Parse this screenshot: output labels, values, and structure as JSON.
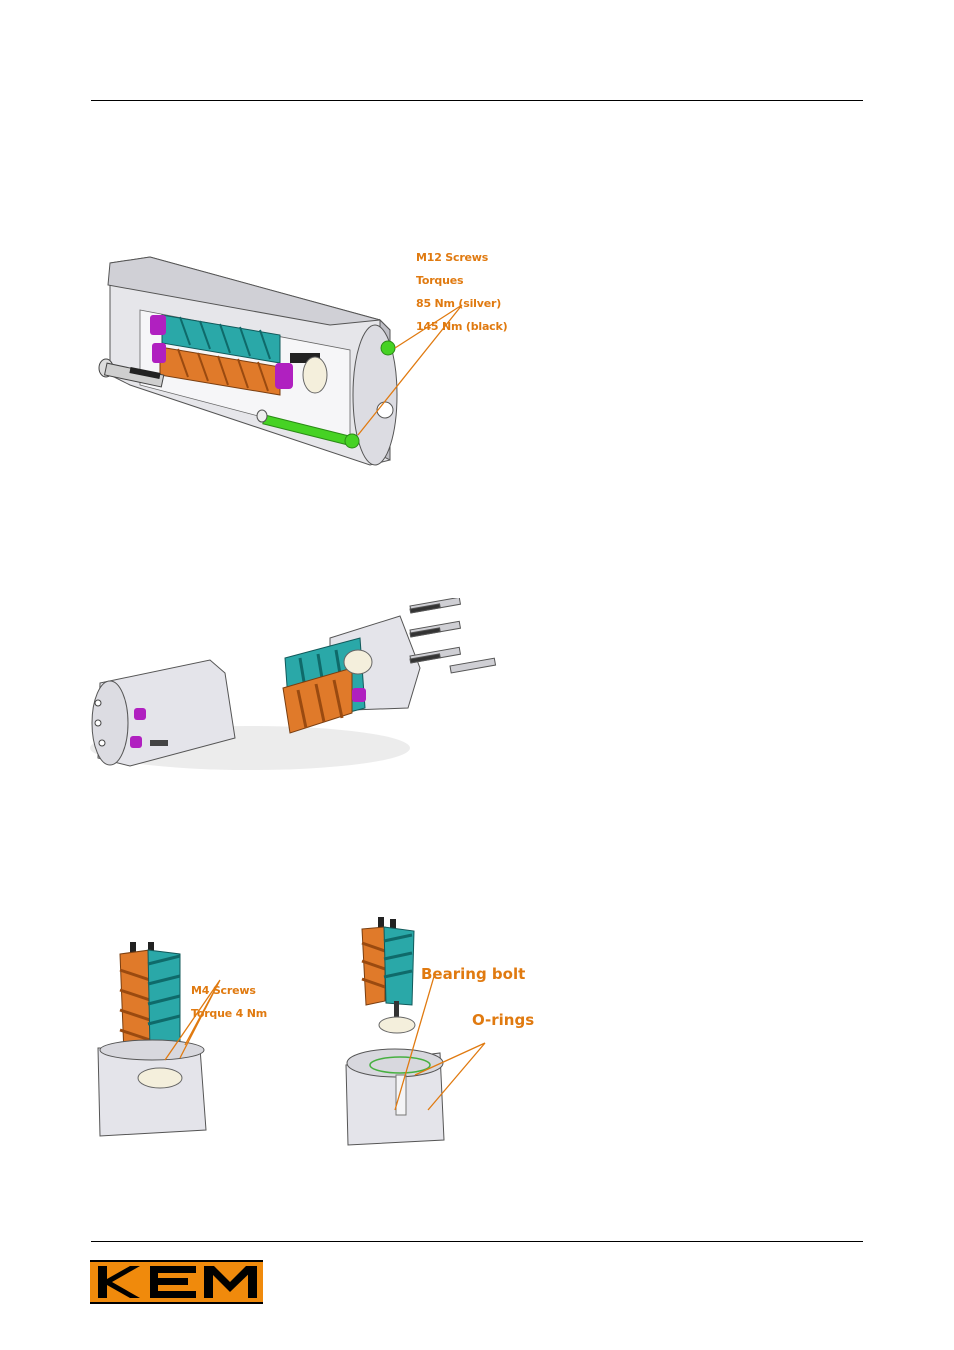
{
  "figure1": {
    "callout_title": "M12 Screws",
    "callout_sub": "Torques",
    "callout_silver": "85 Nm (silver)",
    "callout_black": "145 Nm (black)"
  },
  "figure3": {
    "left_callout_line1": "M4 Screws",
    "left_callout_line2": "Torque 4 Nm",
    "bearing_label": "Bearing bolt",
    "orings_label": "O-rings"
  },
  "logo": {
    "text": "KEM"
  },
  "colors": {
    "callout": "#e07a10",
    "teal": "#2aa8a8",
    "orange": "#e07a2a",
    "purple": "#b020c0",
    "green": "#40d020",
    "logo_bg": "#f08a0c"
  }
}
